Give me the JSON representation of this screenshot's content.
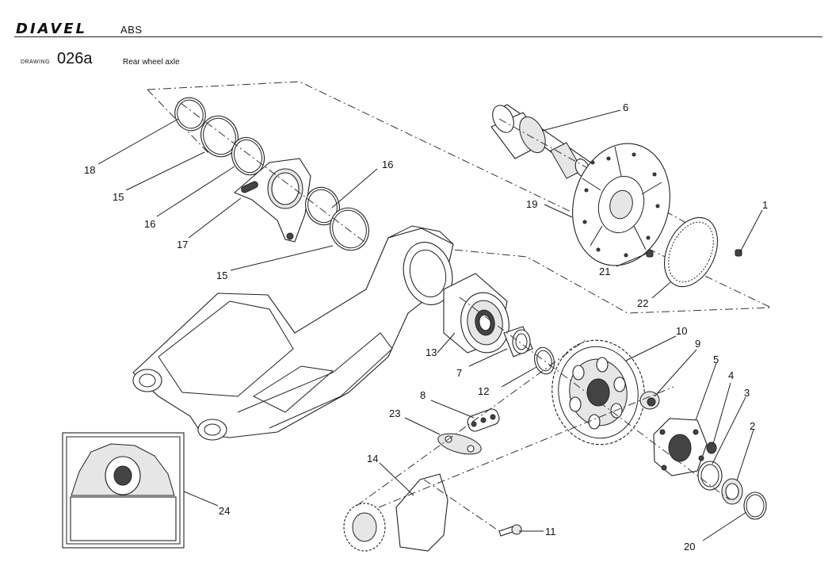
{
  "header": {
    "brand": "DIAVEL",
    "model": "ABS"
  },
  "drawing": {
    "label": "DRAWING",
    "number": "026a",
    "title": "Rear wheel axle"
  },
  "callouts": {
    "c1": "1",
    "c2": "2",
    "c3": "3",
    "c4": "4",
    "c5": "5",
    "c6": "6",
    "c7": "7",
    "c8": "8",
    "c9": "9",
    "c10": "10",
    "c11": "11",
    "c12": "12",
    "c13": "13",
    "c14": "14",
    "c15a": "15",
    "c15b": "15",
    "c16a": "16",
    "c16b": "16",
    "c17": "17",
    "c18": "18",
    "c19": "19",
    "c20": "20",
    "c21": "21",
    "c22": "22",
    "c23": "23",
    "c24": "24"
  }
}
